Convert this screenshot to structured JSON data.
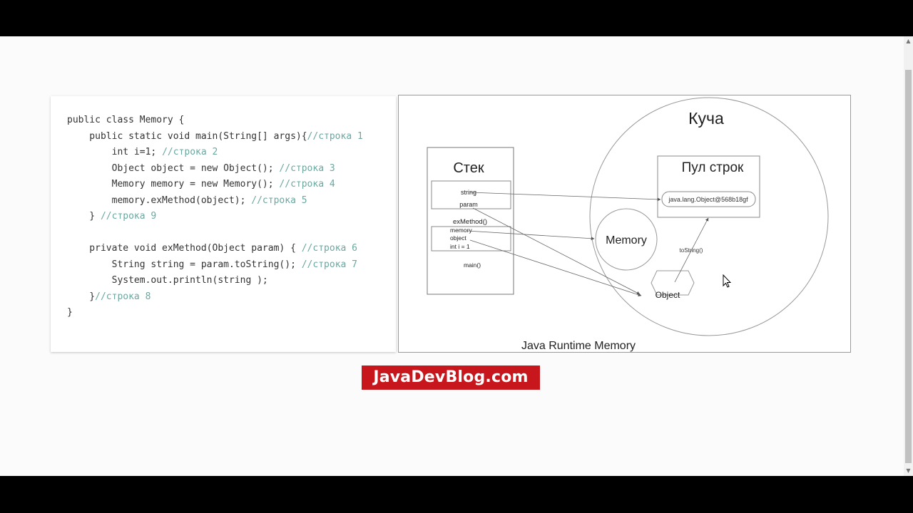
{
  "code": {
    "lines": [
      {
        "text": "public class Memory {",
        "comment": ""
      },
      {
        "text": "    public static void main(String[] args){",
        "comment": "//строка 1"
      },
      {
        "text": "        int i=1; ",
        "comment": "//строка 2"
      },
      {
        "text": "        Object object = new Object(); ",
        "comment": "//строка 3"
      },
      {
        "text": "        Memory memory = new Memory(); ",
        "comment": "//строка 4"
      },
      {
        "text": "        memory.exMethod(object); ",
        "comment": "//строка 5"
      },
      {
        "text": "    } ",
        "comment": "//строка 9"
      },
      {
        "text": "",
        "comment": ""
      },
      {
        "text": "    private void exMethod(Object param) { ",
        "comment": "//строка 6"
      },
      {
        "text": "        String string = param.toString(); ",
        "comment": "//строка 7"
      },
      {
        "text": "        System.out.println(string );",
        "comment": ""
      },
      {
        "text": "    }",
        "comment": "//строка 8"
      },
      {
        "text": "}",
        "comment": ""
      }
    ]
  },
  "diagram": {
    "caption": "Java Runtime Memory",
    "heap_label": "Куча",
    "stack_label": "Стек",
    "string_pool_label": "Пул строк",
    "string_pool_value": "java.lang.Object@568b18gf",
    "memory_label": "Memory",
    "object_label": "Object",
    "tostring_label": "toString()",
    "frames": {
      "exmethod": {
        "vars": [
          "string",
          "param"
        ],
        "name": "exMethod()"
      },
      "main": {
        "vars": [
          "memory",
          "object",
          "int i = 1"
        ],
        "name": "main()"
      }
    }
  },
  "brand": {
    "text": "JavaDevBlog.com",
    "color": "#c8161d"
  },
  "scrollbar": {
    "up_icon": "▲",
    "down_icon": "▼"
  }
}
